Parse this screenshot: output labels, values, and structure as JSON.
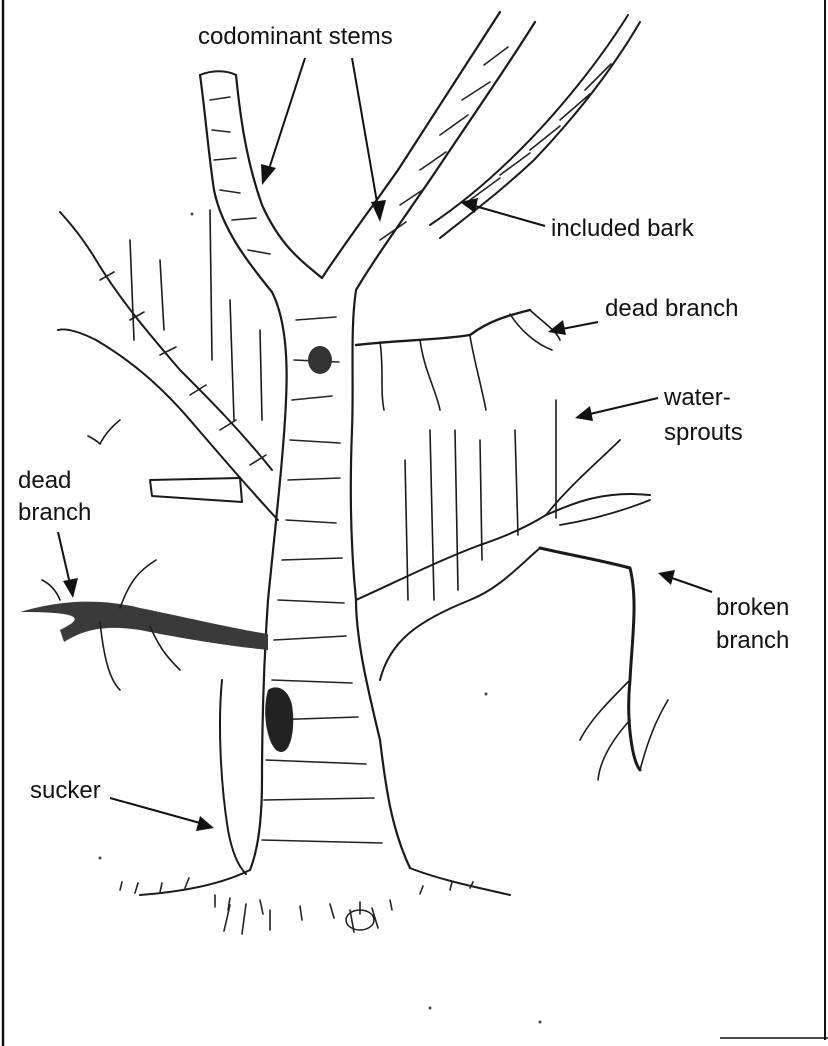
{
  "diagram": {
    "labels": {
      "codominant_stems": "codominant stems",
      "included_bark": "included bark",
      "dead_branch_right": "dead branch",
      "water_sprouts_line1": "water-",
      "water_sprouts_line2": "sprouts",
      "dead_branch_left_line1": "dead",
      "dead_branch_left_line2": "branch",
      "broken_branch_line1": "broken",
      "broken_branch_line2": "branch",
      "sucker": "sucker"
    },
    "colors": {
      "ink": "#1a1a1a",
      "background": "#ffffff",
      "dead_branch_fill": "#3a3a3a"
    }
  }
}
